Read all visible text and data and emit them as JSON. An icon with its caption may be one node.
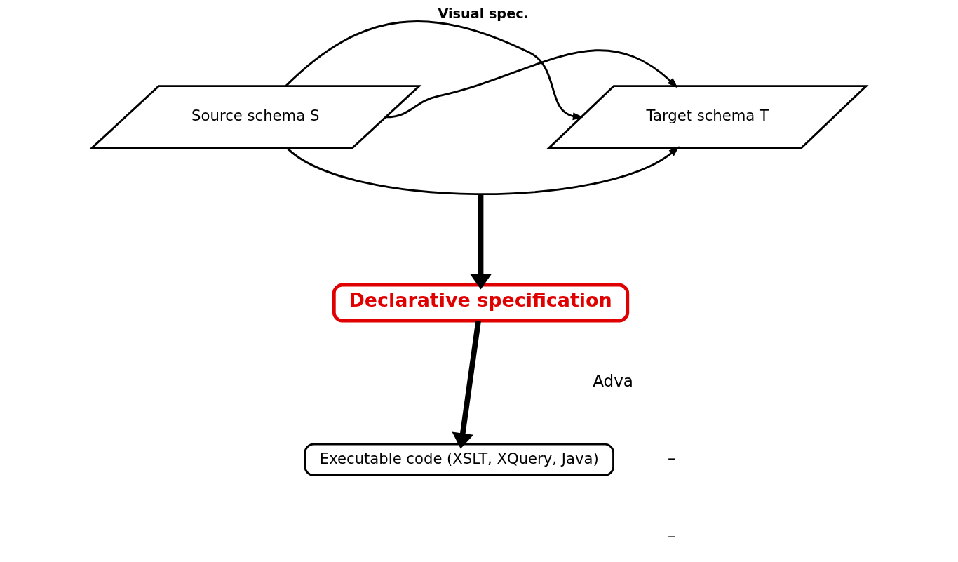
{
  "diagram": {
    "nodes": [
      {
        "text": [
          "Source schema S"
        ]
      },
      {
        "text": [
          "Target schema T"
        ]
      },
      {
        "text": [
          "Declarative specification"
        ]
      },
      {
        "text": [
          "Executable code (XSLT, XQuery, Java)"
        ]
      }
    ],
    "edges": [
      {
        "from": 0,
        "to": 1,
        "arrow": "to",
        "label": "Visual spec."
      },
      {
        "from": 0,
        "to": 1,
        "arrow": "to"
      },
      {
        "from": 0,
        "to": 1,
        "arrow": "to"
      },
      {
        "from": null,
        "to": 2,
        "arrow": "to",
        "style": "thick"
      },
      {
        "from": 2,
        "to": 3,
        "arrow": "to",
        "style": "thick"
      }
    ],
    "labels": [
      "Adva",
      "–",
      "–"
    ]
  }
}
